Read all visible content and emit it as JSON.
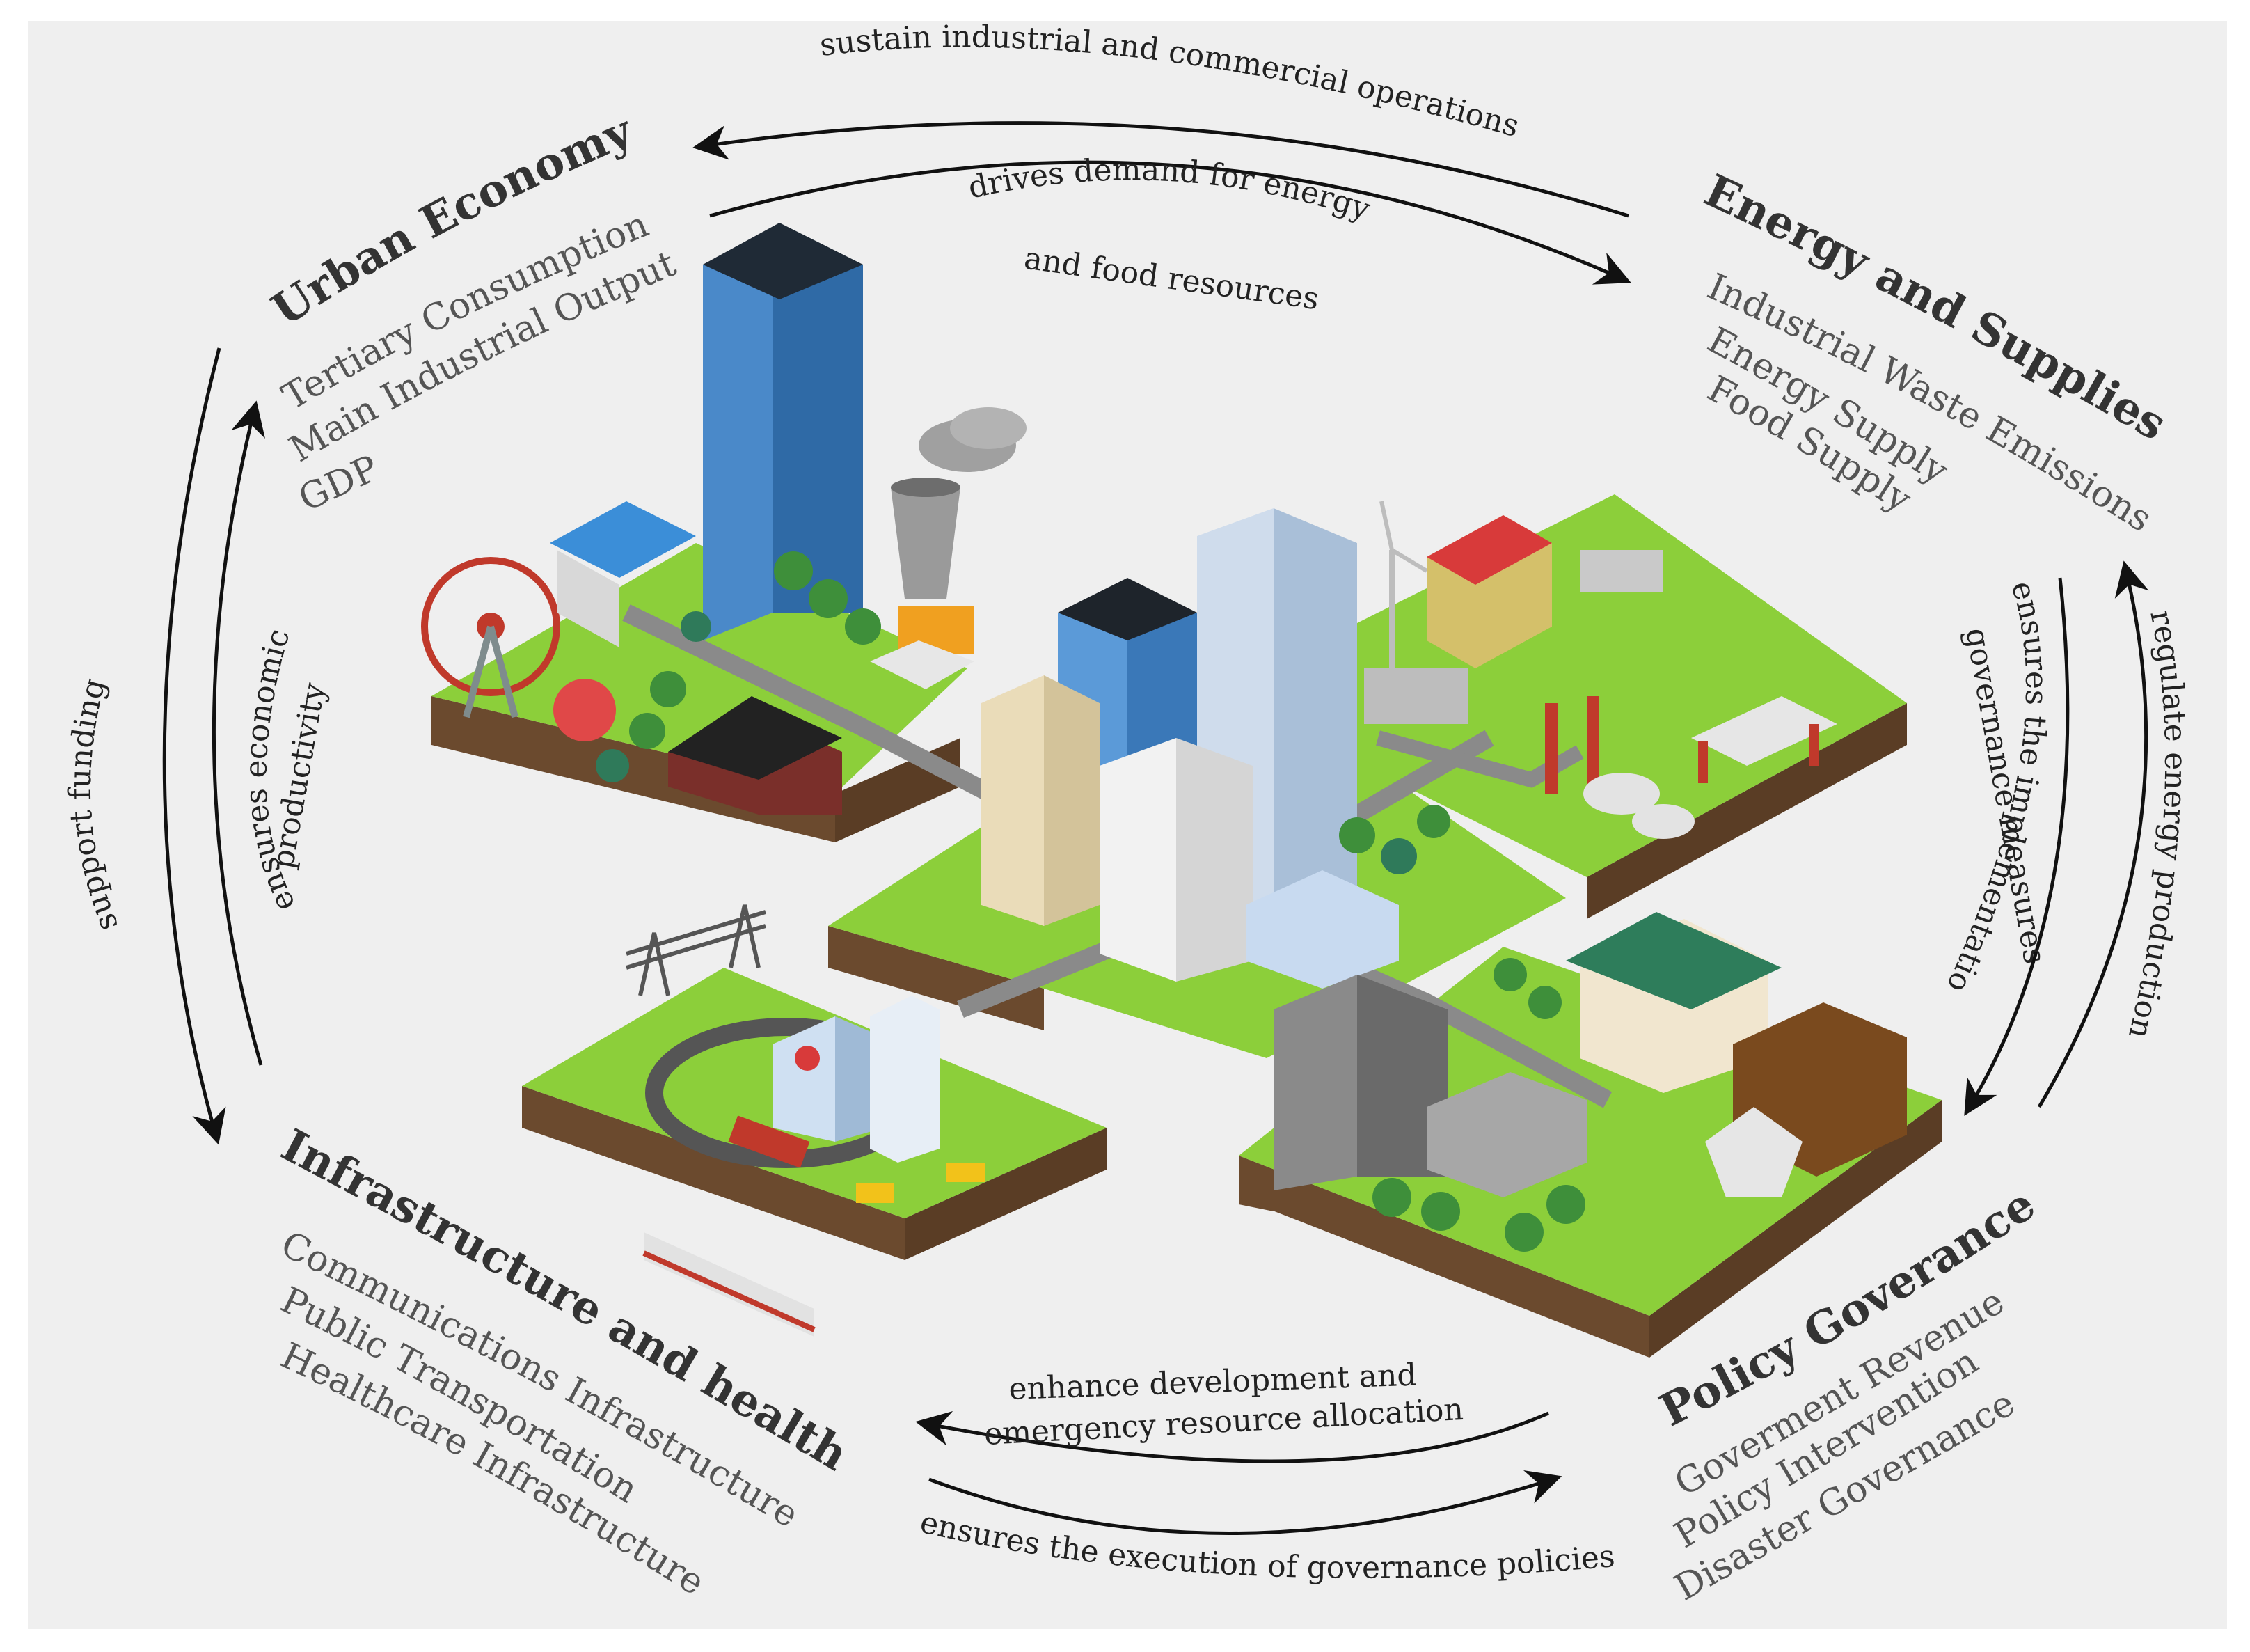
{
  "colors": {
    "background": "#efefef",
    "grass": "#8ccf3a",
    "soil": "#6b4a2e",
    "road": "#8a8a8a",
    "text_heading": "#333333",
    "text_item": "#555555"
  },
  "sectors": {
    "urban_economy": {
      "title": "Urban Economy",
      "items": [
        "Tertiary Consumption",
        "Main Industrial Output",
        "GDP"
      ]
    },
    "energy_supplies": {
      "title": "Energy and Supplies",
      "items": [
        "Industrial Waste Emissions",
        "Energy Supply",
        "Food Supply"
      ]
    },
    "infrastructure_health": {
      "title": "Infrastructure and health",
      "items": [
        "Communications Infrastructure",
        "Public Transportation",
        "Healthcare Infrastructure"
      ]
    },
    "policy_governance": {
      "title": "Policy Goverance",
      "items": [
        "Goverment Revenue",
        "Policy Intervention",
        "Disaster Governance"
      ]
    }
  },
  "flows": {
    "top_outer": "sustain industrial and commercial operations",
    "top_inner": [
      "drives demand for energy",
      "and food resources"
    ],
    "left_outer": "support funding",
    "left_inner": [
      "ensures economic",
      "productivity"
    ],
    "right_inner": [
      "ensures the implementation of",
      "governance measures"
    ],
    "right_outer": "regulate energy production",
    "bottom_inner": [
      "enhance development and",
      "emergency resource allocation"
    ],
    "bottom_outer": "ensures the execution of governance policies"
  },
  "icons": [
    "skyscraper-icon",
    "ferris-wheel-icon",
    "barn-icon",
    "cooling-tower-icon",
    "wind-turbine-icon",
    "gas-station-icon",
    "power-line-icon",
    "hospital-icon",
    "bus-icon",
    "tram-icon",
    "school-icon",
    "tree-icon"
  ]
}
